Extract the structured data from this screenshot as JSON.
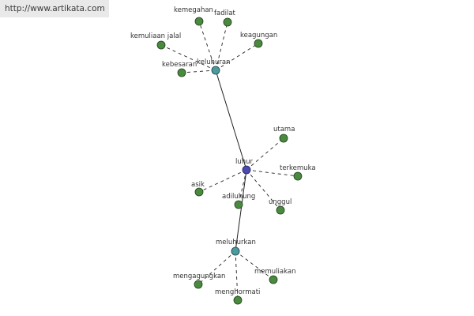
{
  "watermark": "http://www.artikata.com",
  "graph": {
    "center": {
      "label": "luhur"
    },
    "hubs": {
      "keluhuran": "keluhuran",
      "meluhurkan": "meluhurkan"
    },
    "leaves": {
      "kemegahan": "kemegahan",
      "fadilat": "fadilat",
      "kemuliaan_jalal": "kemuliaan jalal",
      "keagungan": "keagungan",
      "kebesaran": "kebesaran",
      "utama": "utama",
      "terkemuka": "terkemuka",
      "asik": "asik",
      "adiluhung": "adiluhung",
      "unggul": "unggul",
      "mengagungkan": "mengagungkan",
      "memuliakan": "memuliakan",
      "menghormati": "menghormati"
    },
    "colors": {
      "leaf": "#4a8a3e",
      "hub": "#4a9aa0",
      "center": "#4a4ab0",
      "edge": "#222222"
    }
  }
}
